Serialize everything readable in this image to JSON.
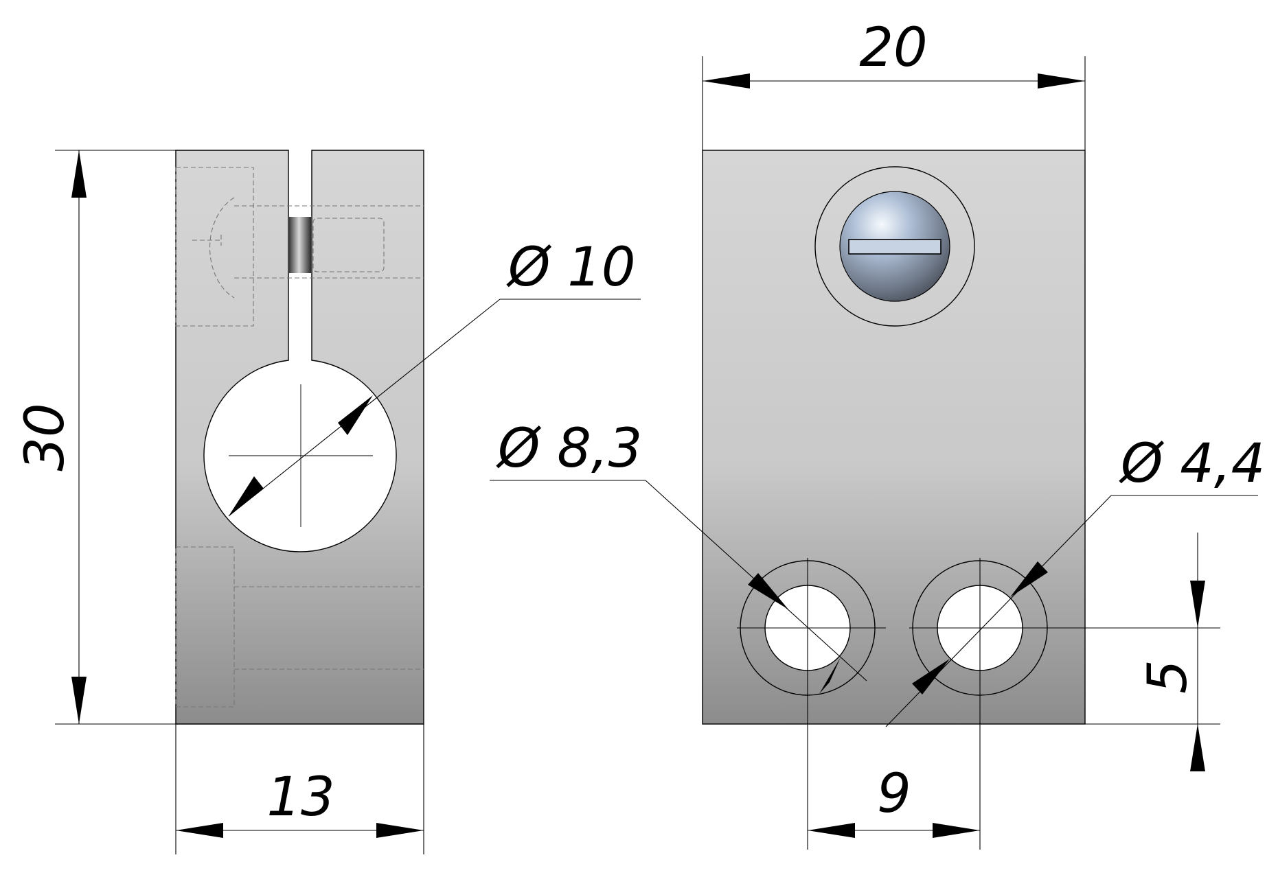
{
  "dimensions": {
    "front_height": "30",
    "front_width": "13",
    "bore_diameter": "Ø 10",
    "side_width": "20",
    "counterbore_diameter": "Ø 8,3",
    "hole_diameter": "Ø 4,4",
    "hole_spacing": "9",
    "hole_edge_offset": "5"
  },
  "colors": {
    "body_light": "#d6d6d6",
    "body_dark": "#8c8c8c",
    "line": "#000000",
    "hidden_line": "#777777",
    "screw_highlight": "#e3ecf6",
    "screw_shadow": "#5a6270"
  },
  "icons": {
    "screw": "slotted-screw-head-icon"
  }
}
